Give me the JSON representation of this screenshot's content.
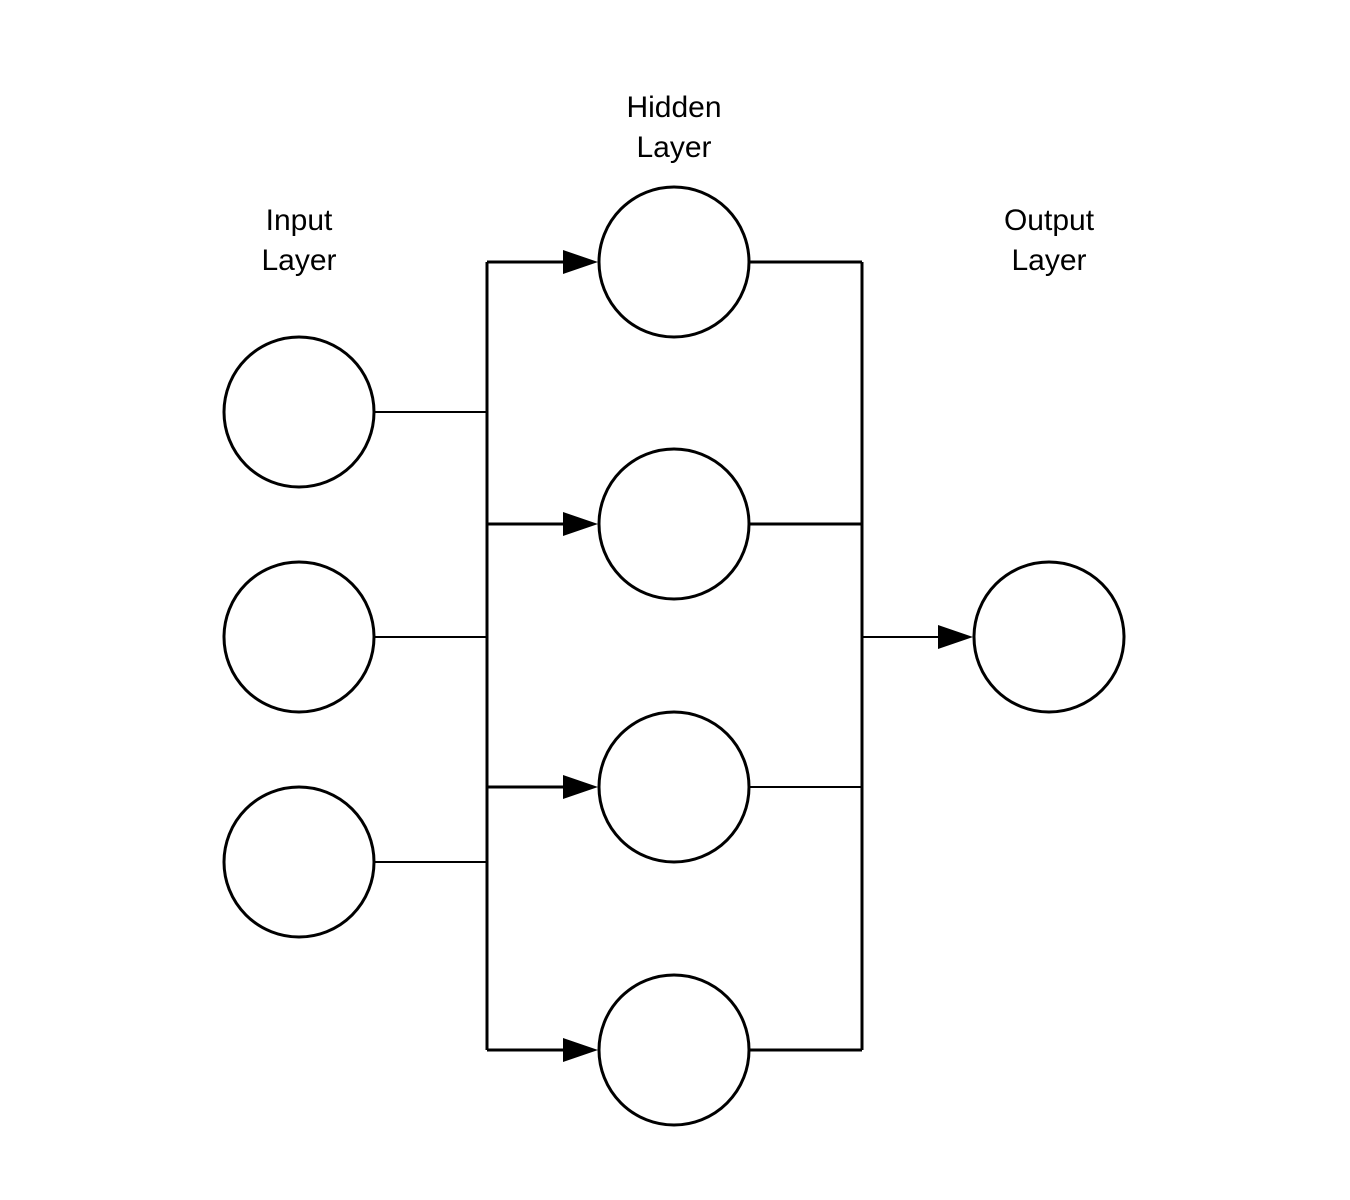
{
  "layers": {
    "input": {
      "label_line1": "Input",
      "label_line2": "Layer",
      "node_count": 3
    },
    "hidden": {
      "label_line1": "Hidden",
      "label_line2": "Layer",
      "node_count": 4
    },
    "output": {
      "label_line1": "Output",
      "label_line2": "Layer",
      "node_count": 1
    }
  },
  "colors": {
    "stroke": "#000000",
    "background": "#ffffff"
  }
}
